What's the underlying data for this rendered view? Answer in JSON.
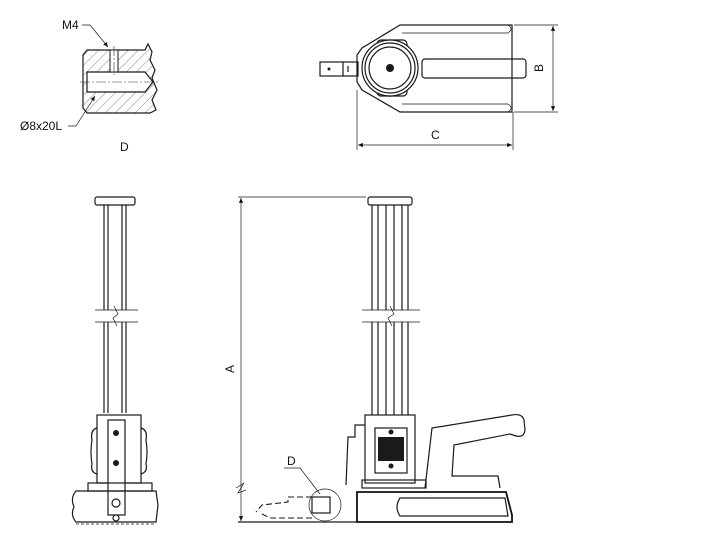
{
  "detail": {
    "title": "D",
    "thread_label": "M4",
    "bore_label": "Ø8x20L"
  },
  "top_view": {
    "dim_width": "B",
    "dim_length": "C"
  },
  "front_view": {
    "dim_height": "A",
    "detail_callout": "D"
  }
}
